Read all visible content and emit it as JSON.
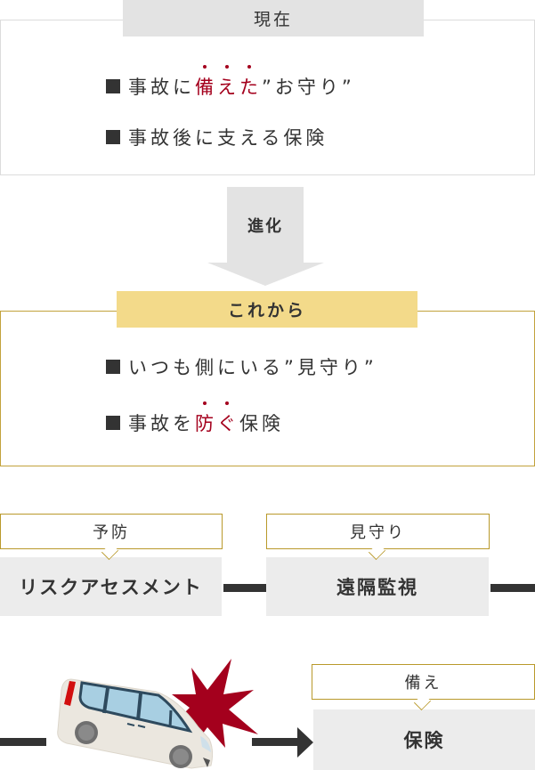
{
  "current": {
    "label": "現在",
    "lines": [
      {
        "prefix": "事故に",
        "emphasis": [
          "備",
          "え",
          "た"
        ],
        "suffix": "”お守り”"
      },
      {
        "text": "事故後に支える保険"
      }
    ]
  },
  "evolution_arrow": {
    "label": "進化"
  },
  "future": {
    "label": "これから",
    "lines": [
      {
        "text": "いつも側にいる”見守り”"
      },
      {
        "prefix": "事故を",
        "emphasis": [
          "防",
          "ぐ"
        ],
        "suffix": "保険"
      }
    ]
  },
  "flow": {
    "steps": [
      {
        "tag": "予防",
        "name": "リスクアセスメント"
      },
      {
        "tag": "見守り",
        "name": "遠隔監視"
      },
      {
        "tag": "備え",
        "name": "保険"
      }
    ],
    "accident_icon": "car-crash-illustration"
  },
  "colors": {
    "emphasis": "#a4001d",
    "gold_border": "#b9992b",
    "future_label_bg": "#f3da8a",
    "gray_bg": "#ececec",
    "text": "#333333"
  }
}
